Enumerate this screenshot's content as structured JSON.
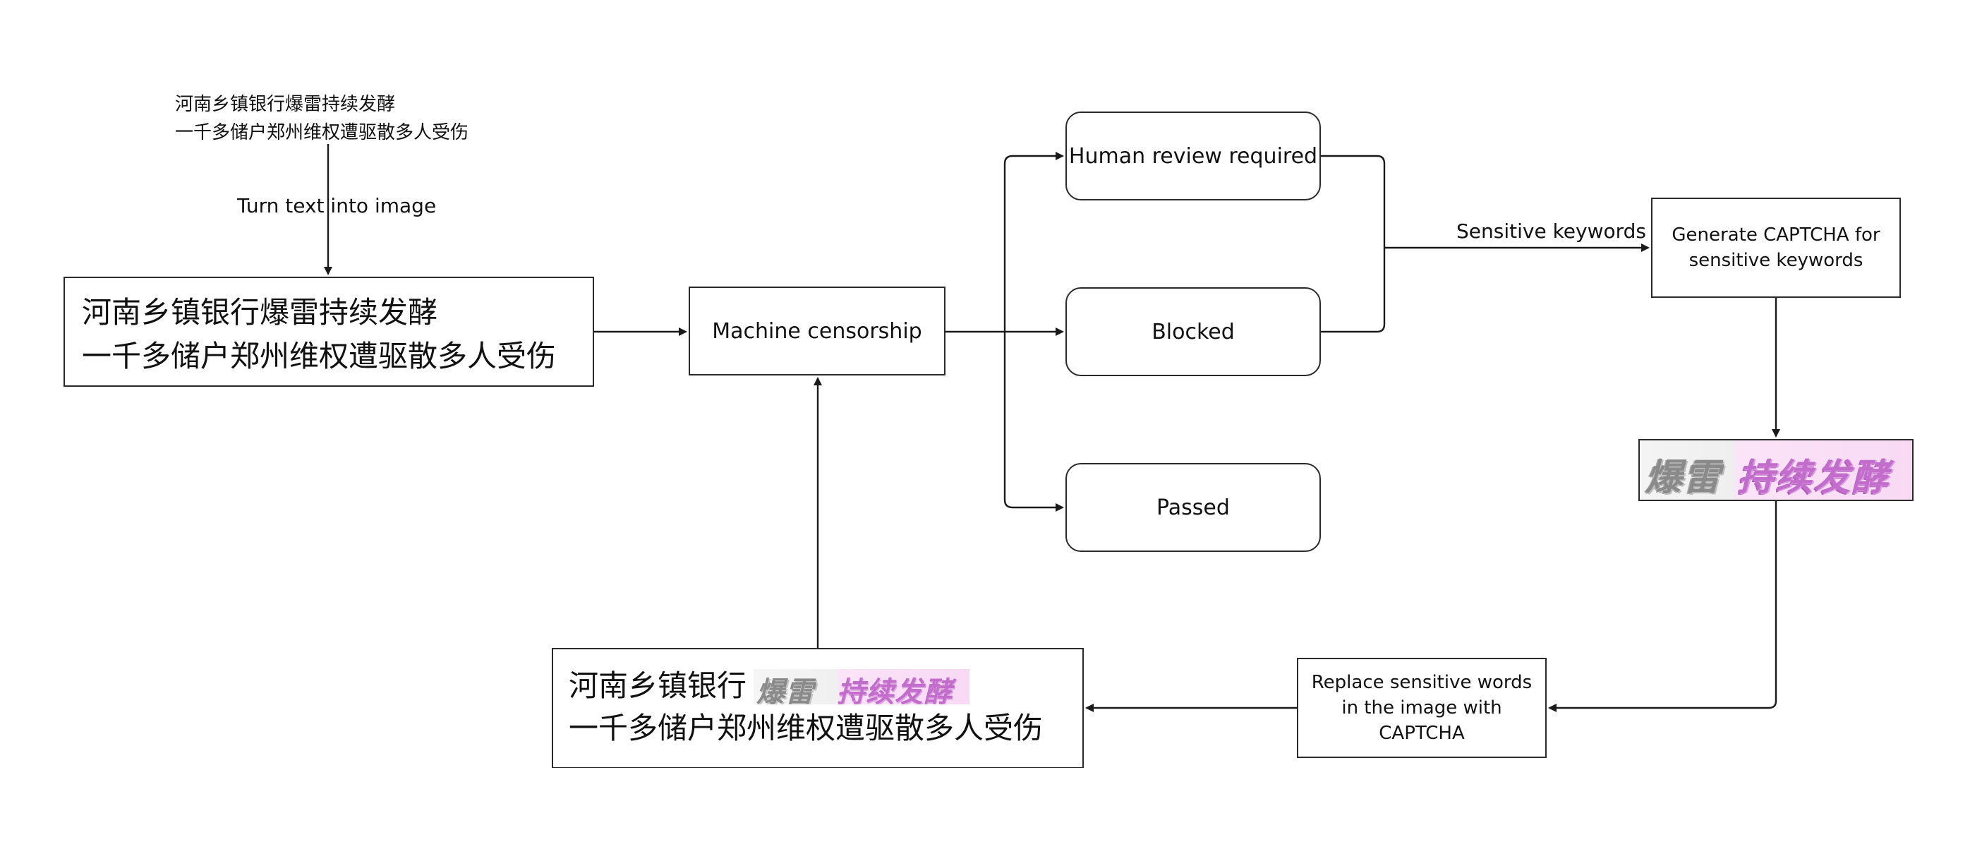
{
  "source_text": {
    "line1": "河南乡镇银行爆雷持续发酵",
    "line2": "一千多储户郑州维权遭驱散多人受伤"
  },
  "step_turn_text_to_image": "Turn text into image",
  "text_image": {
    "line1": "河南乡镇银行爆雷持续发酵",
    "line2": "一千多储户郑州维权遭驱散多人受伤"
  },
  "machine_censorship": "Machine censorship",
  "outcomes": {
    "human_review": "Human review required",
    "blocked": "Blocked",
    "passed": "Passed"
  },
  "sensitive_keywords_label": "Sensitive keywords",
  "generate_captcha": "Generate CAPTCHA for sensitive keywords",
  "captcha": {
    "part1": "爆雷",
    "part2": "持续发酵"
  },
  "replace_step": "Replace sensitive words in the image with CAPTCHA",
  "result_image": {
    "line1_prefix": "河南乡镇银行",
    "line2": "一千多储户郑州维权遭驱散多人受伤"
  },
  "colors": {
    "line": "#1a1a1a",
    "captcha_grey": "#8a8a8a",
    "captcha_pink": "#c26ccb",
    "captcha_bg_pink": "#f8d9f4"
  }
}
